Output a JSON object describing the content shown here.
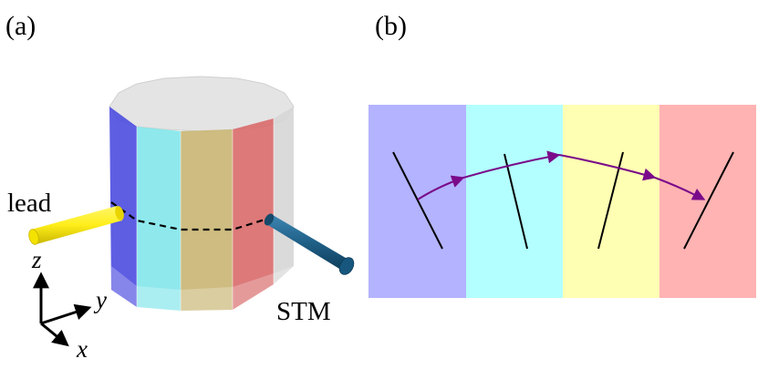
{
  "panel_a": {
    "label": "(a)",
    "lead_label": "lead",
    "stm_label": "STM",
    "axes": {
      "z": "z",
      "y": "y",
      "x": "x"
    }
  },
  "panel_b": {
    "label": "(b)"
  },
  "colors": {
    "stripe_blue": "#b3b3ff",
    "stripe_cyan": "#b3ffff",
    "stripe_yellow": "#ffffb3",
    "stripe_red": "#ffb3b3",
    "cyl_blue": "#4c4ce0",
    "cyl_cyan": "#82e6ea",
    "cyl_yellow": "#cbb87a",
    "cyl_red": "#d96a6a",
    "lead_yellow": "#ffee1a",
    "stm_blue": "#1f5f86",
    "arrow_purple": "#7a0a8a"
  }
}
